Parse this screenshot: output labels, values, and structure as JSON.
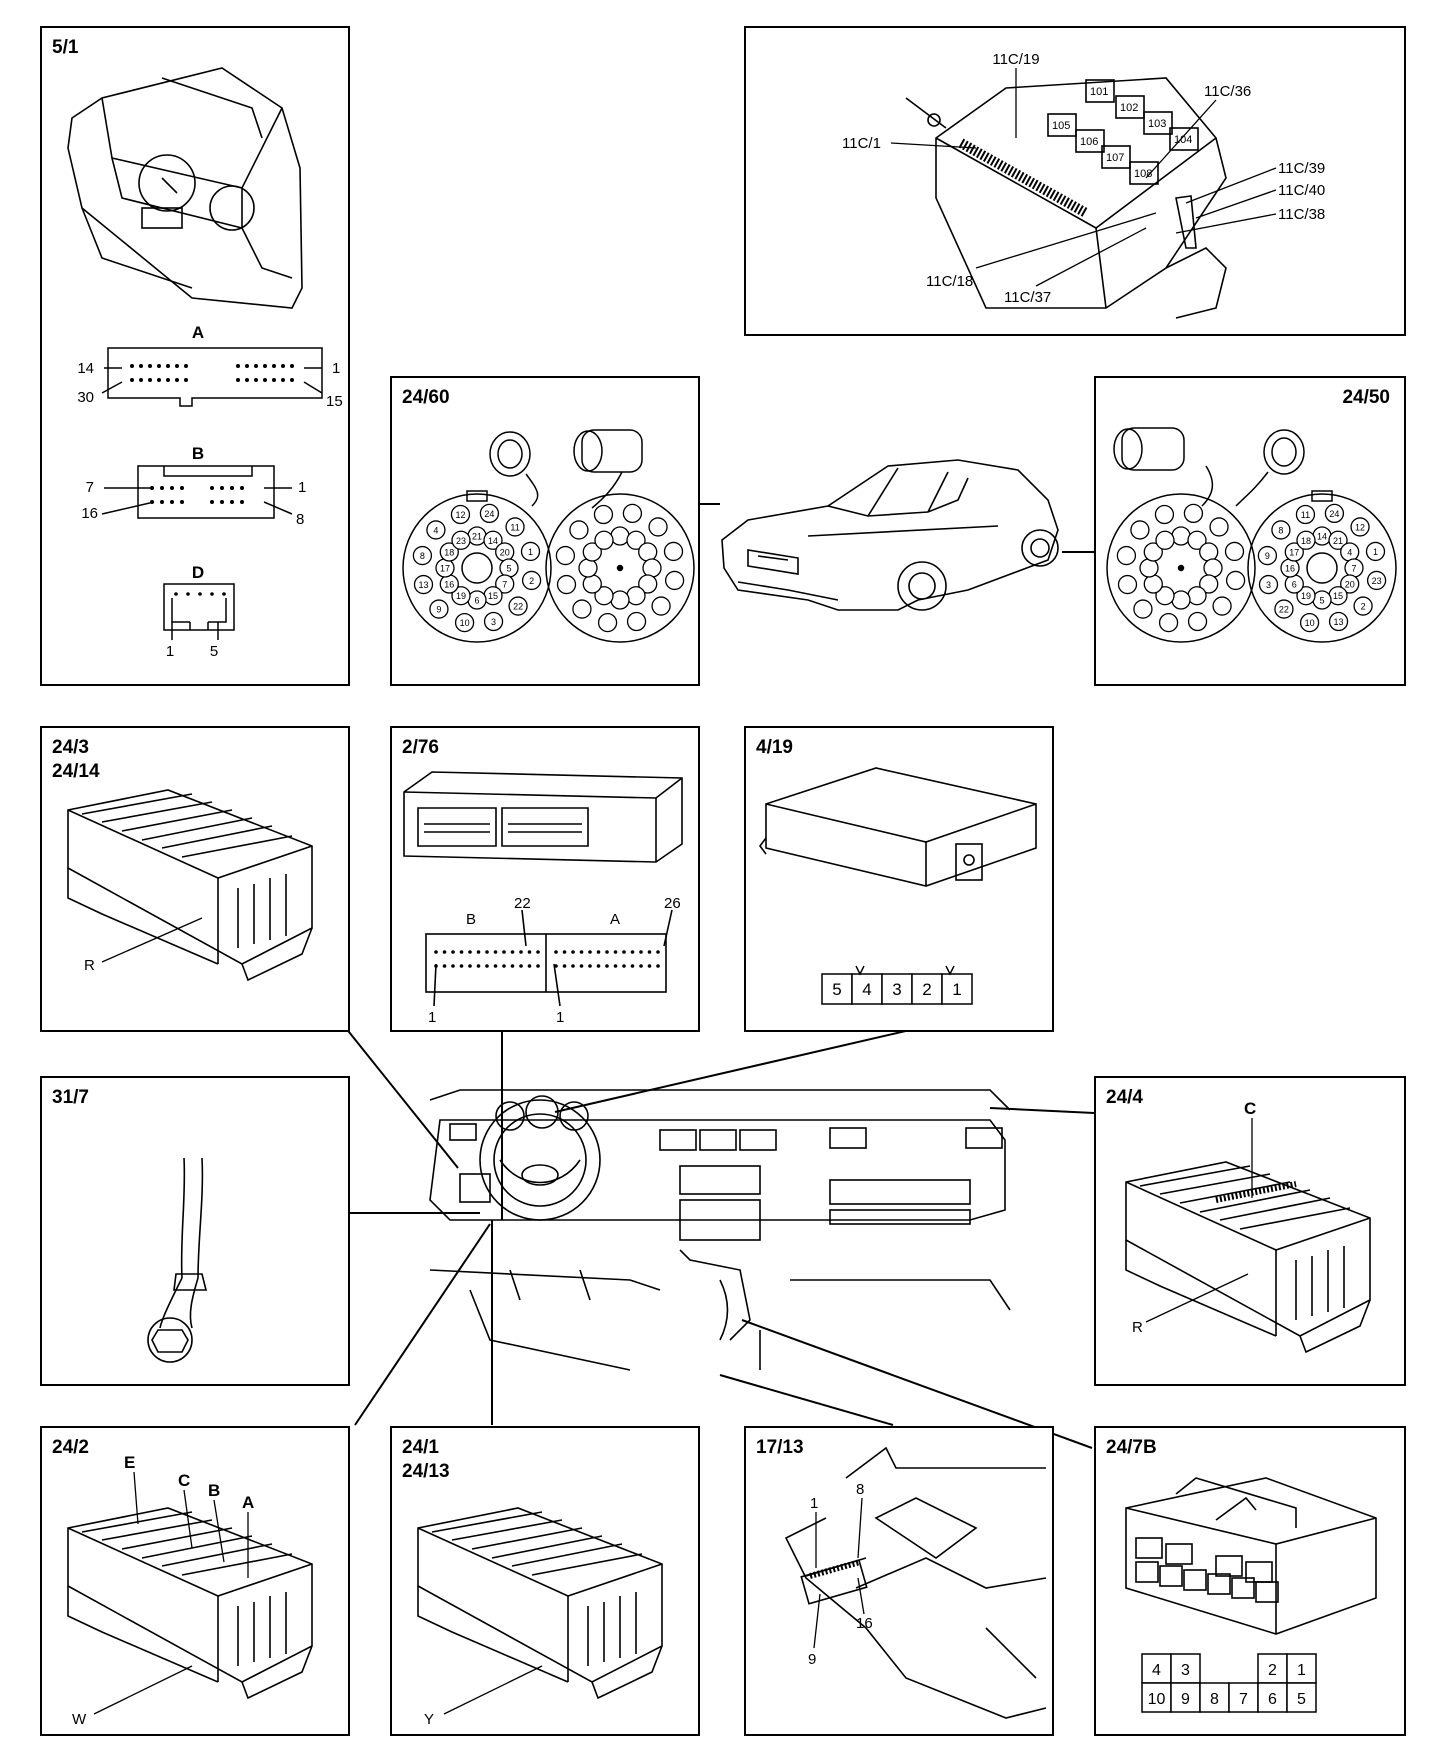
{
  "panels": {
    "p5_1": {
      "title": "5/1",
      "labels": {
        "conn_a": "A",
        "conn_b": "B",
        "conn_d": "D",
        "a_tl": "14",
        "a_tr": "1",
        "a_bl": "30",
        "a_br": "15",
        "b_tl": "7",
        "b_tr": "1",
        "b_bl": "16",
        "b_br": "8",
        "d_l": "1",
        "d_r": "5"
      }
    },
    "p11c": {
      "title": "",
      "labels": {
        "c19": "11C/19",
        "c36": "11C/36",
        "c1": "11C/1",
        "c39": "11C/39",
        "c40": "11C/40",
        "c38": "11C/38",
        "c18": "11C/18",
        "c37": "11C/37",
        "r101": "101",
        "r102": "102",
        "r103": "103",
        "r104": "104",
        "r105": "105",
        "r106": "106",
        "r107": "107",
        "r108": "108"
      }
    },
    "p24_60": {
      "title": "24/60",
      "pins": [
        "12",
        "24",
        "11",
        "1",
        "2",
        "22",
        "3",
        "10",
        "9",
        "13",
        "8",
        "4",
        "21",
        "14",
        "20",
        "5",
        "7",
        "15",
        "6",
        "19",
        "16",
        "17",
        "18",
        "23"
      ]
    },
    "p24_50": {
      "title": "24/50",
      "pins": [
        "11",
        "24",
        "12",
        "1",
        "23",
        "2",
        "13",
        "10",
        "22",
        "3",
        "9",
        "8",
        "14",
        "21",
        "4",
        "7",
        "20",
        "15",
        "5",
        "19",
        "6",
        "16",
        "17",
        "18"
      ]
    },
    "p24_3": {
      "title": "24/3\n24/14",
      "labels": {
        "r": "R"
      }
    },
    "p2_76": {
      "title": "2/76",
      "labels": {
        "b": "B",
        "a": "A",
        "n22": "22",
        "n26": "26",
        "n1a": "1",
        "n1b": "1"
      }
    },
    "p4_19": {
      "title": "4/19",
      "pins": [
        "5",
        "4",
        "3",
        "2",
        "1"
      ]
    },
    "p31_7": {
      "title": "31/7"
    },
    "p24_4": {
      "title": "24/4",
      "labels": {
        "c": "C",
        "r": "R"
      }
    },
    "p24_2": {
      "title": "24/2",
      "labels": {
        "e": "E",
        "c": "C",
        "b": "B",
        "a": "A",
        "w": "W"
      }
    },
    "p24_1": {
      "title": "24/1\n24/13",
      "labels": {
        "y": "Y"
      }
    },
    "p17_13": {
      "title": "17/13",
      "labels": {
        "n1": "1",
        "n8": "8",
        "n16": "16",
        "n9": "9"
      }
    },
    "p24_7b": {
      "title": "24/7B",
      "pins_top": [
        "4",
        "3",
        "",
        "",
        "2",
        "1"
      ],
      "pins_bottom": [
        "10",
        "9",
        "8",
        "7",
        "6",
        "5"
      ]
    }
  }
}
